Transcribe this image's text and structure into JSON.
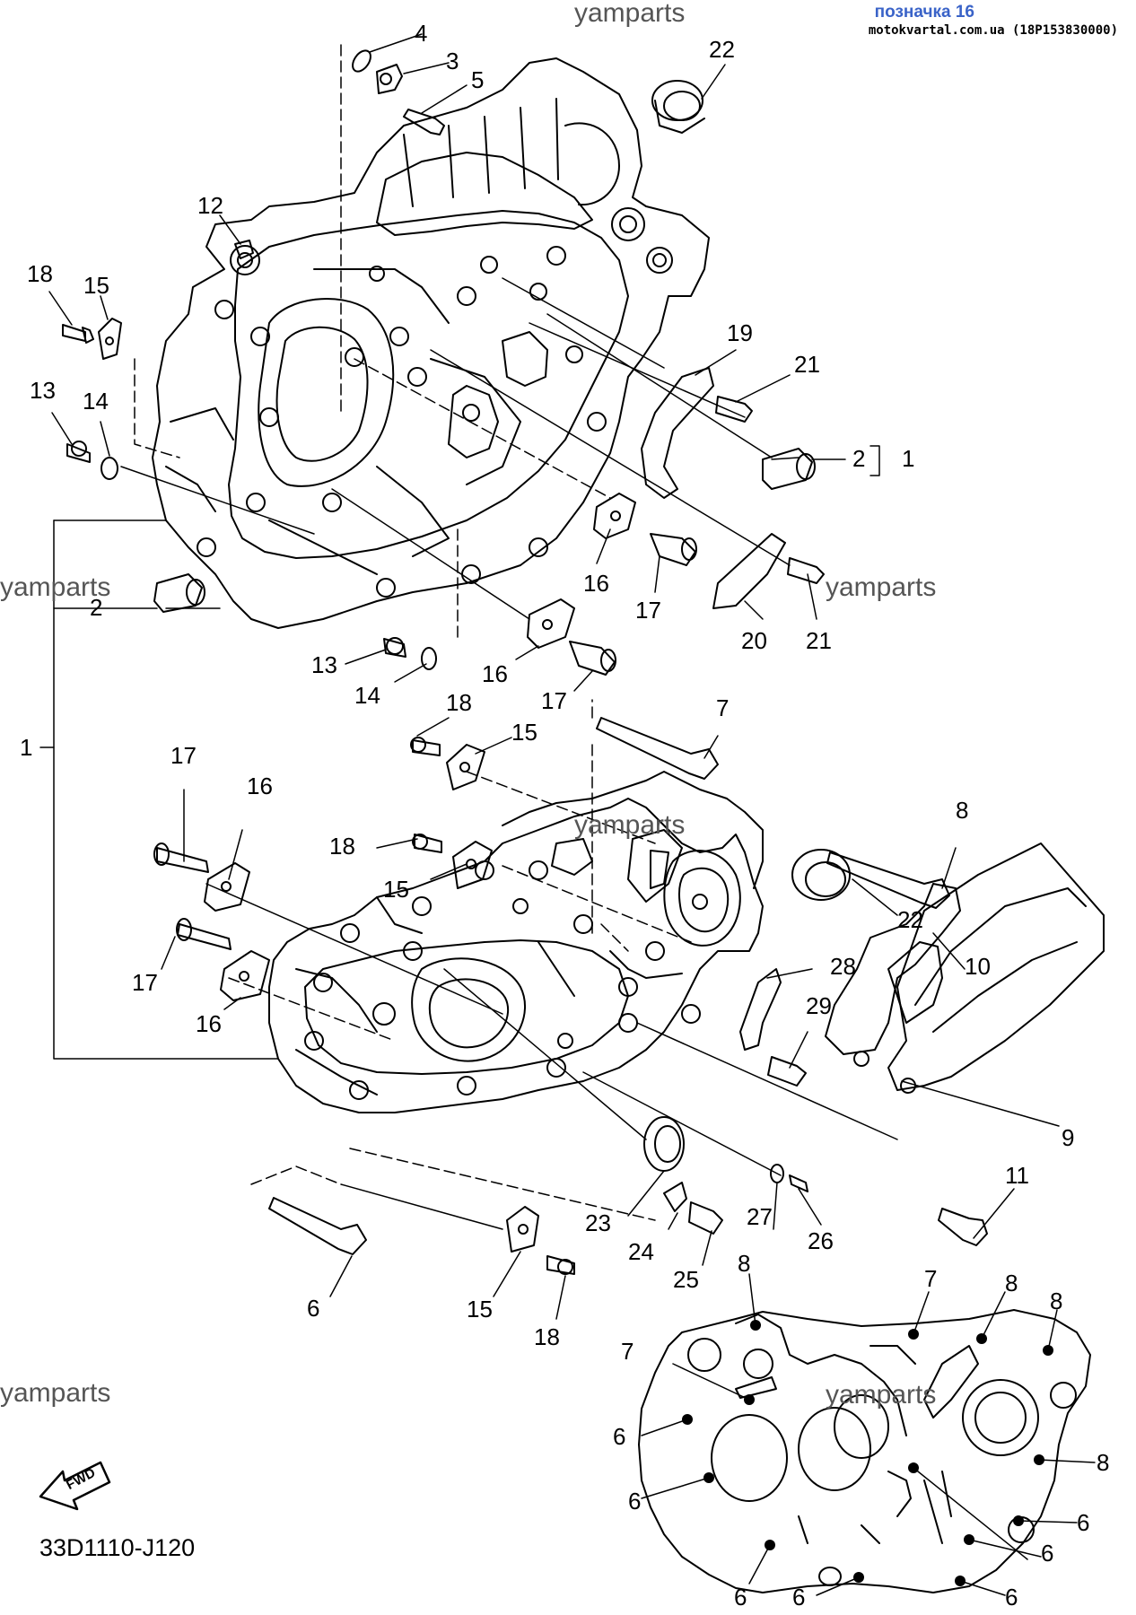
{
  "header": {
    "title": "позначка 16",
    "site": "motokvartal.com.ua (18P153830000)"
  },
  "watermarks": [
    "yamparts",
    "yamparts",
    "yamparts",
    "yamparts",
    "yamparts",
    "yamparts"
  ],
  "diagram_code": "33D1110-J120",
  "fwd_label": "FWD",
  "colors": {
    "title": "#3a63c8",
    "line": "#000000",
    "watermark": "#555555"
  },
  "callouts": [
    "4",
    "3",
    "5",
    "22",
    "12",
    "18",
    "15",
    "13",
    "14",
    "19",
    "21",
    "2",
    "1",
    "16",
    "17",
    "20",
    "21",
    "2",
    "13",
    "14",
    "16",
    "17",
    "18",
    "15",
    "7",
    "17",
    "16",
    "18",
    "15",
    "8",
    "22",
    "17",
    "16",
    "28",
    "10",
    "29",
    "9",
    "11",
    "27",
    "26",
    "23",
    "24",
    "25",
    "6",
    "15",
    "18",
    "1",
    "8",
    "7",
    "8",
    "8",
    "7",
    "6",
    "8",
    "6",
    "6",
    "6",
    "6",
    "6",
    "6"
  ]
}
